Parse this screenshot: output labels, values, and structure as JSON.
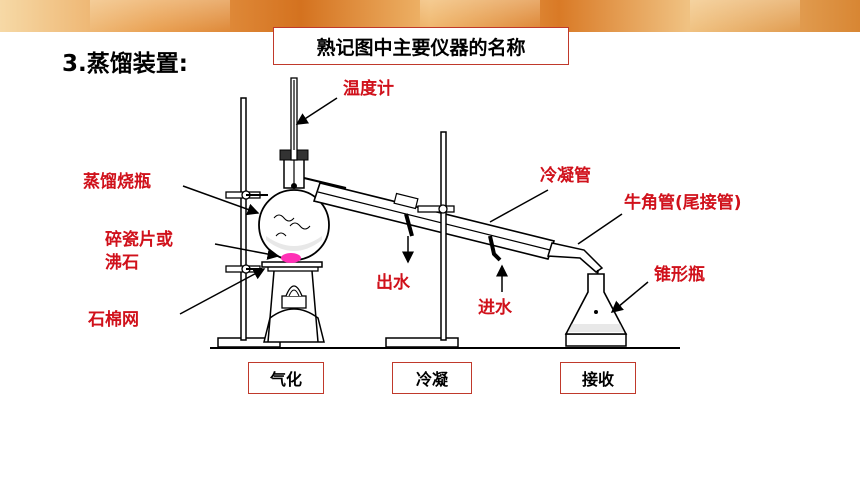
{
  "title": "3.蒸馏装置:",
  "hint": "熟记图中主要仪器的名称",
  "labels": {
    "thermometer": "温度计",
    "flask": "蒸馏烧瓶",
    "chips_line1": "碎瓷片或",
    "chips_line2": "沸石",
    "gauze": "石棉网",
    "condenser": "冷凝管",
    "adapter": "牛角管(尾接管)",
    "water_out": "出水",
    "water_in": "进水",
    "conical": "锥形瓶"
  },
  "stages": [
    "气化",
    "冷凝",
    "接收"
  ],
  "colors": {
    "label": "#d0111b",
    "border": "#c0392b",
    "chips": "#ff2fb5"
  }
}
